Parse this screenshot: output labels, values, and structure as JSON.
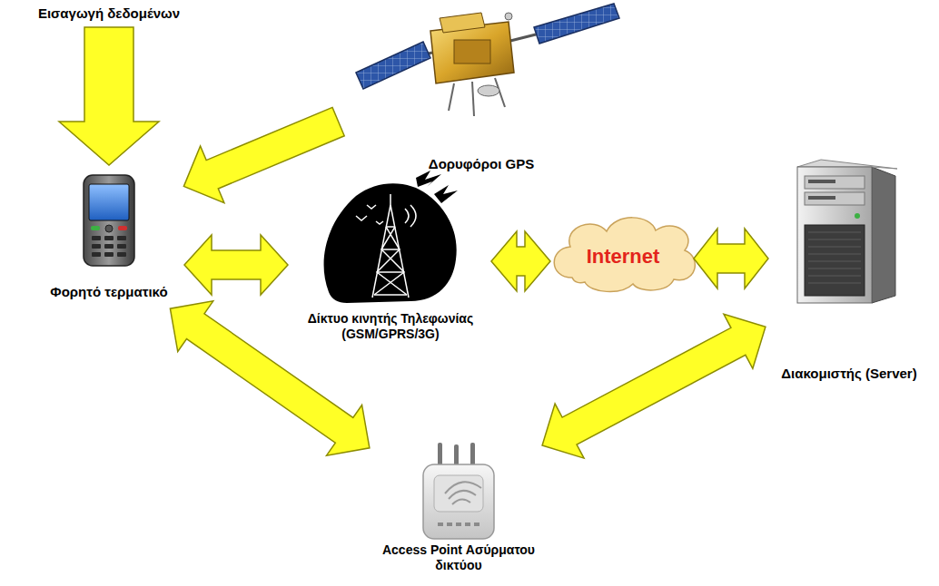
{
  "diagram": {
    "nodes": [
      {
        "text": [
          "Εισαγωγή δεδομένων"
        ]
      },
      {
        "text": [
          "Δορυφόροι GPS"
        ]
      },
      {
        "text": [
          "Φορητό τερματικό"
        ]
      },
      {
        "text": [
          "Δίκτυο κινητής Τηλεφωνίας (GSM/GPRS/3G)"
        ]
      },
      {
        "text": [
          "Internet"
        ]
      },
      {
        "text": [
          "Διακομιστής (Server)"
        ]
      },
      {
        "text": [
          "Access Point Ασύρματου δικτύου"
        ]
      }
    ],
    "edges": [
      {
        "from": 0,
        "to": 2,
        "arrow": "to"
      },
      {
        "from": 1,
        "to": 2,
        "arrow": "to"
      },
      {
        "from": 2,
        "to": 3,
        "arrow": "both"
      },
      {
        "from": 3,
        "to": 4,
        "arrow": "both"
      },
      {
        "from": 4,
        "to": 5,
        "arrow": "both"
      },
      {
        "from": 2,
        "to": 6,
        "arrow": "both"
      },
      {
        "from": 6,
        "to": 5,
        "arrow": "both"
      }
    ]
  }
}
